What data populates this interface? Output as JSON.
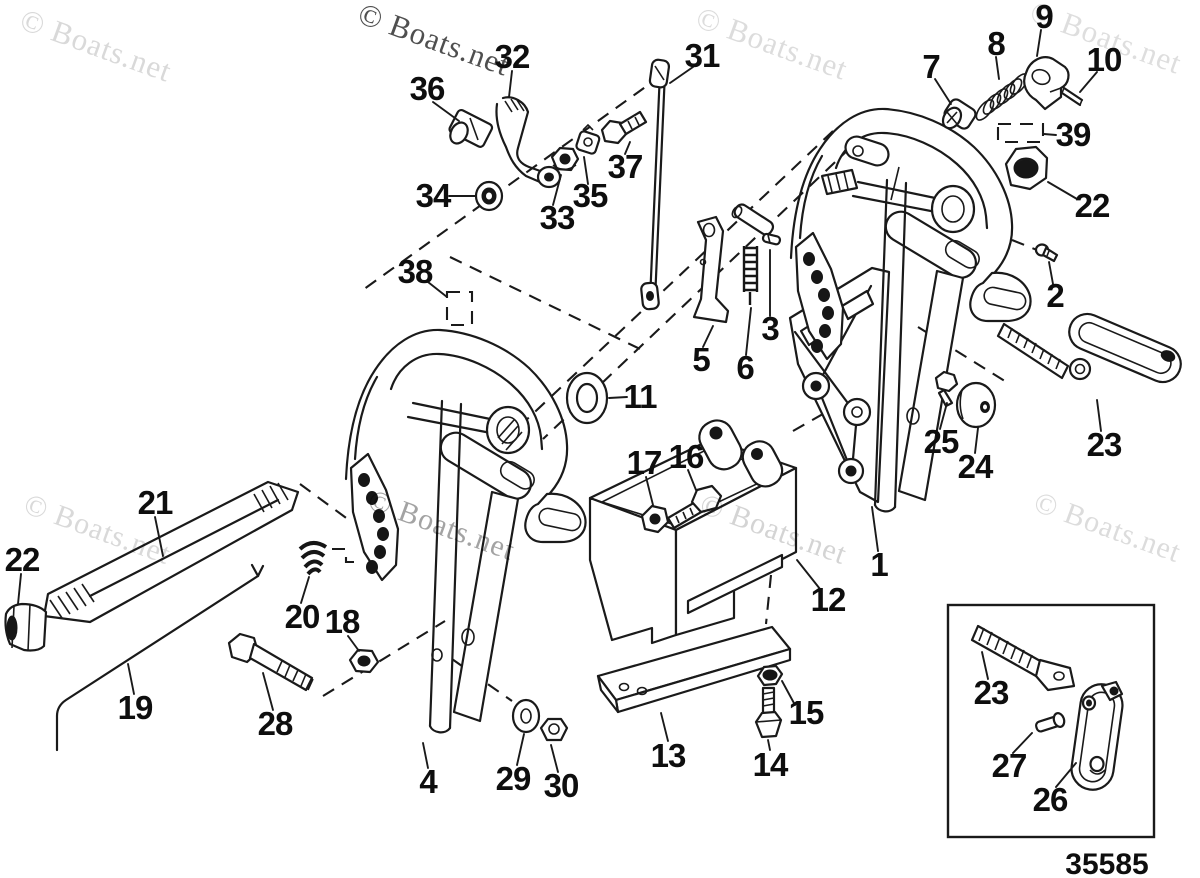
{
  "diagram": {
    "type": "exploded-parts-diagram",
    "subject": "Outboard clamp / swivel bracket assembly",
    "background": "#ffffff",
    "line_color": "#1a1a1a"
  },
  "watermark": {
    "text": "© Boats.net",
    "color_light": "#d9d9d9",
    "color_medium": "#a3a3a3",
    "color_dark": "#4f4f4f"
  },
  "footer": {
    "part_number": "35585"
  },
  "callouts": [
    {
      "text": "36"
    },
    {
      "text": "32"
    },
    {
      "text": "31"
    },
    {
      "text": "34"
    },
    {
      "text": "33"
    },
    {
      "text": "35"
    },
    {
      "text": "37"
    },
    {
      "text": "38"
    },
    {
      "text": "11"
    },
    {
      "text": "21"
    },
    {
      "text": "22"
    },
    {
      "text": "20"
    },
    {
      "text": "18"
    },
    {
      "text": "19"
    },
    {
      "text": "28"
    },
    {
      "text": "4"
    },
    {
      "text": "29"
    },
    {
      "text": "30"
    },
    {
      "text": "17"
    },
    {
      "text": "16"
    },
    {
      "text": "12"
    },
    {
      "text": "1"
    },
    {
      "text": "13"
    },
    {
      "text": "14"
    },
    {
      "text": "15"
    },
    {
      "text": "5"
    },
    {
      "text": "6"
    },
    {
      "text": "3"
    },
    {
      "text": "7"
    },
    {
      "text": "8"
    },
    {
      "text": "9"
    },
    {
      "text": "10"
    },
    {
      "text": "39"
    },
    {
      "text": "22"
    },
    {
      "text": "2"
    },
    {
      "text": "25"
    },
    {
      "text": "24"
    },
    {
      "text": "23"
    },
    {
      "text": "23"
    },
    {
      "text": "27"
    },
    {
      "text": "26"
    }
  ]
}
